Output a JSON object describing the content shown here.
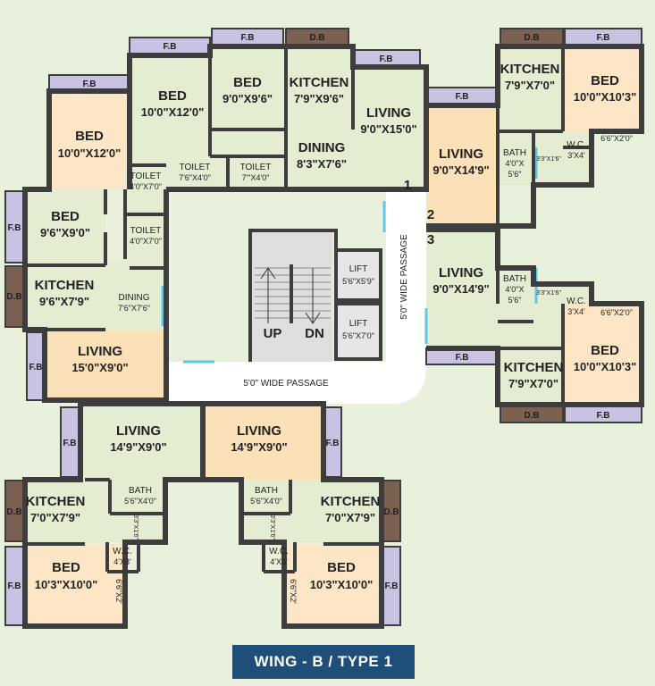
{
  "title": "WING - B / TYPE 1",
  "colors": {
    "background": "#e9f1dc",
    "bed": "#fde6c6",
    "living": "#fbe0b8",
    "kitchen": "#e4edd2",
    "fb": "#c9c3e3",
    "db": "#7a6152",
    "window": "#5fc6ec",
    "wall": "#3d3d3d",
    "passage": "#ffffff",
    "badge": "#1f4e79"
  },
  "labels": {
    "fb": "F.B",
    "db": "D.B",
    "up": "UP",
    "dn": "DN",
    "passage_h": "5'0\" WIDE PASSAGE",
    "passage_v": "5'0\" WIDE PASSAGE",
    "flat1": "1",
    "flat2": "2",
    "flat3": "3"
  },
  "rooms": {
    "f1_bed1": {
      "name": "BED",
      "dim": "10'0\"X12'0\""
    },
    "f1_bed2": {
      "name": "BED",
      "dim": "9'0\"X9'6\""
    },
    "f1_kitchen": {
      "name": "KITCHEN",
      "dim": "7'9\"X9'6\""
    },
    "f1_living": {
      "name": "LIVING",
      "dim": "9'0\"X15'0\""
    },
    "f1_dining": {
      "name": "DINING",
      "dim": "8'3\"X7'6\""
    },
    "f1_toilet1": {
      "name": "TOILET",
      "dim": "7'6\"X4'0\""
    },
    "f1_toilet2": {
      "name": "TOILET",
      "dim": "7'\"X4'0\""
    },
    "f8_bed1": {
      "name": "BED",
      "dim": "10'0\"X12'0\""
    },
    "f8_bed2": {
      "name": "BED",
      "dim": "9'6\"X9'0\""
    },
    "f8_kitchen": {
      "name": "KITCHEN",
      "dim": "9'6\"X7'9\""
    },
    "f8_dining": {
      "name": "DINING",
      "dim": "7'6\"X7'6\""
    },
    "f8_living": {
      "name": "LIVING",
      "dim": "15'0\"X9'0\""
    },
    "f8_toilet1": {
      "name": "TOILET",
      "dim": "4'0\"X7'0\""
    },
    "f8_toilet2": {
      "name": "TOILET",
      "dim": "4'0\"X7'0\""
    },
    "f2_kitchen": {
      "name": "KITCHEN",
      "dim": "7'9\"X7'0\""
    },
    "f2_bed": {
      "name": "BED",
      "dim": "10'0\"X10'3\""
    },
    "f2_living": {
      "name": "LIVING",
      "dim": "9'0\"X14'9\""
    },
    "f2_bath": {
      "name": "BATH",
      "dim1": "4'0\"X",
      "dim2": "5'6\""
    },
    "f2_wc": {
      "name": "W.C.",
      "dim": "3'X4'"
    },
    "f2_ped1": "6'6\"X2'0\"",
    "f2_ped2": "3'3\"X1'6\"",
    "f3_living": {
      "name": "LIVING",
      "dim": "9'0\"X14'9\""
    },
    "f3_bath": {
      "name": "BATH",
      "dim1": "4'0\"X",
      "dim2": "5'6\""
    },
    "f3_wc": {
      "name": "W.C.",
      "dim": "3'X4'"
    },
    "f3_ped1": "6'6\"X2'0\"",
    "f3_ped2": "3'3\"X1'6\"",
    "f3_bed": {
      "name": "BED",
      "dim": "10'0\"X10'3\""
    },
    "f3_kitchen": {
      "name": "KITCHEN",
      "dim": "7'9\"X7'0\""
    },
    "lift1": {
      "name": "LIFT",
      "dim": "5'6\"X5'9\""
    },
    "lift2": {
      "name": "LIFT",
      "dim": "5'6\"X7'0\""
    },
    "f6_living": {
      "name": "LIVING",
      "dim": "14'9\"X9'0\""
    },
    "f6_kitchen": {
      "name": "KITCHEN",
      "dim": "7'0\"X7'9\""
    },
    "f6_bath": {
      "name": "BATH",
      "dim": "5'6\"X4'0\""
    },
    "f6_wc": {
      "name": "W.C.",
      "dim": "4'X3'"
    },
    "f6_bed": {
      "name": "BED",
      "dim": "10'3\"X10'0\""
    },
    "f6_ped1": "6'6\"X2'",
    "f6_ped2": "3'3\"X1'6\"",
    "f5_living": {
      "name": "LIVING",
      "dim": "14'9\"X9'0\""
    },
    "f5_kitchen": {
      "name": "KITCHEN",
      "dim": "7'0\"X7'9\""
    },
    "f5_bath": {
      "name": "BATH",
      "dim": "5'6\"X4'0\""
    },
    "f5_wc": {
      "name": "W.C.",
      "dim": "4'X3'"
    },
    "f5_bed": {
      "name": "BED",
      "dim": "10'3\"X10'0\""
    },
    "f5_ped1": "6'6\"X2'",
    "f5_ped2": "3'3\"X1'6\""
  }
}
